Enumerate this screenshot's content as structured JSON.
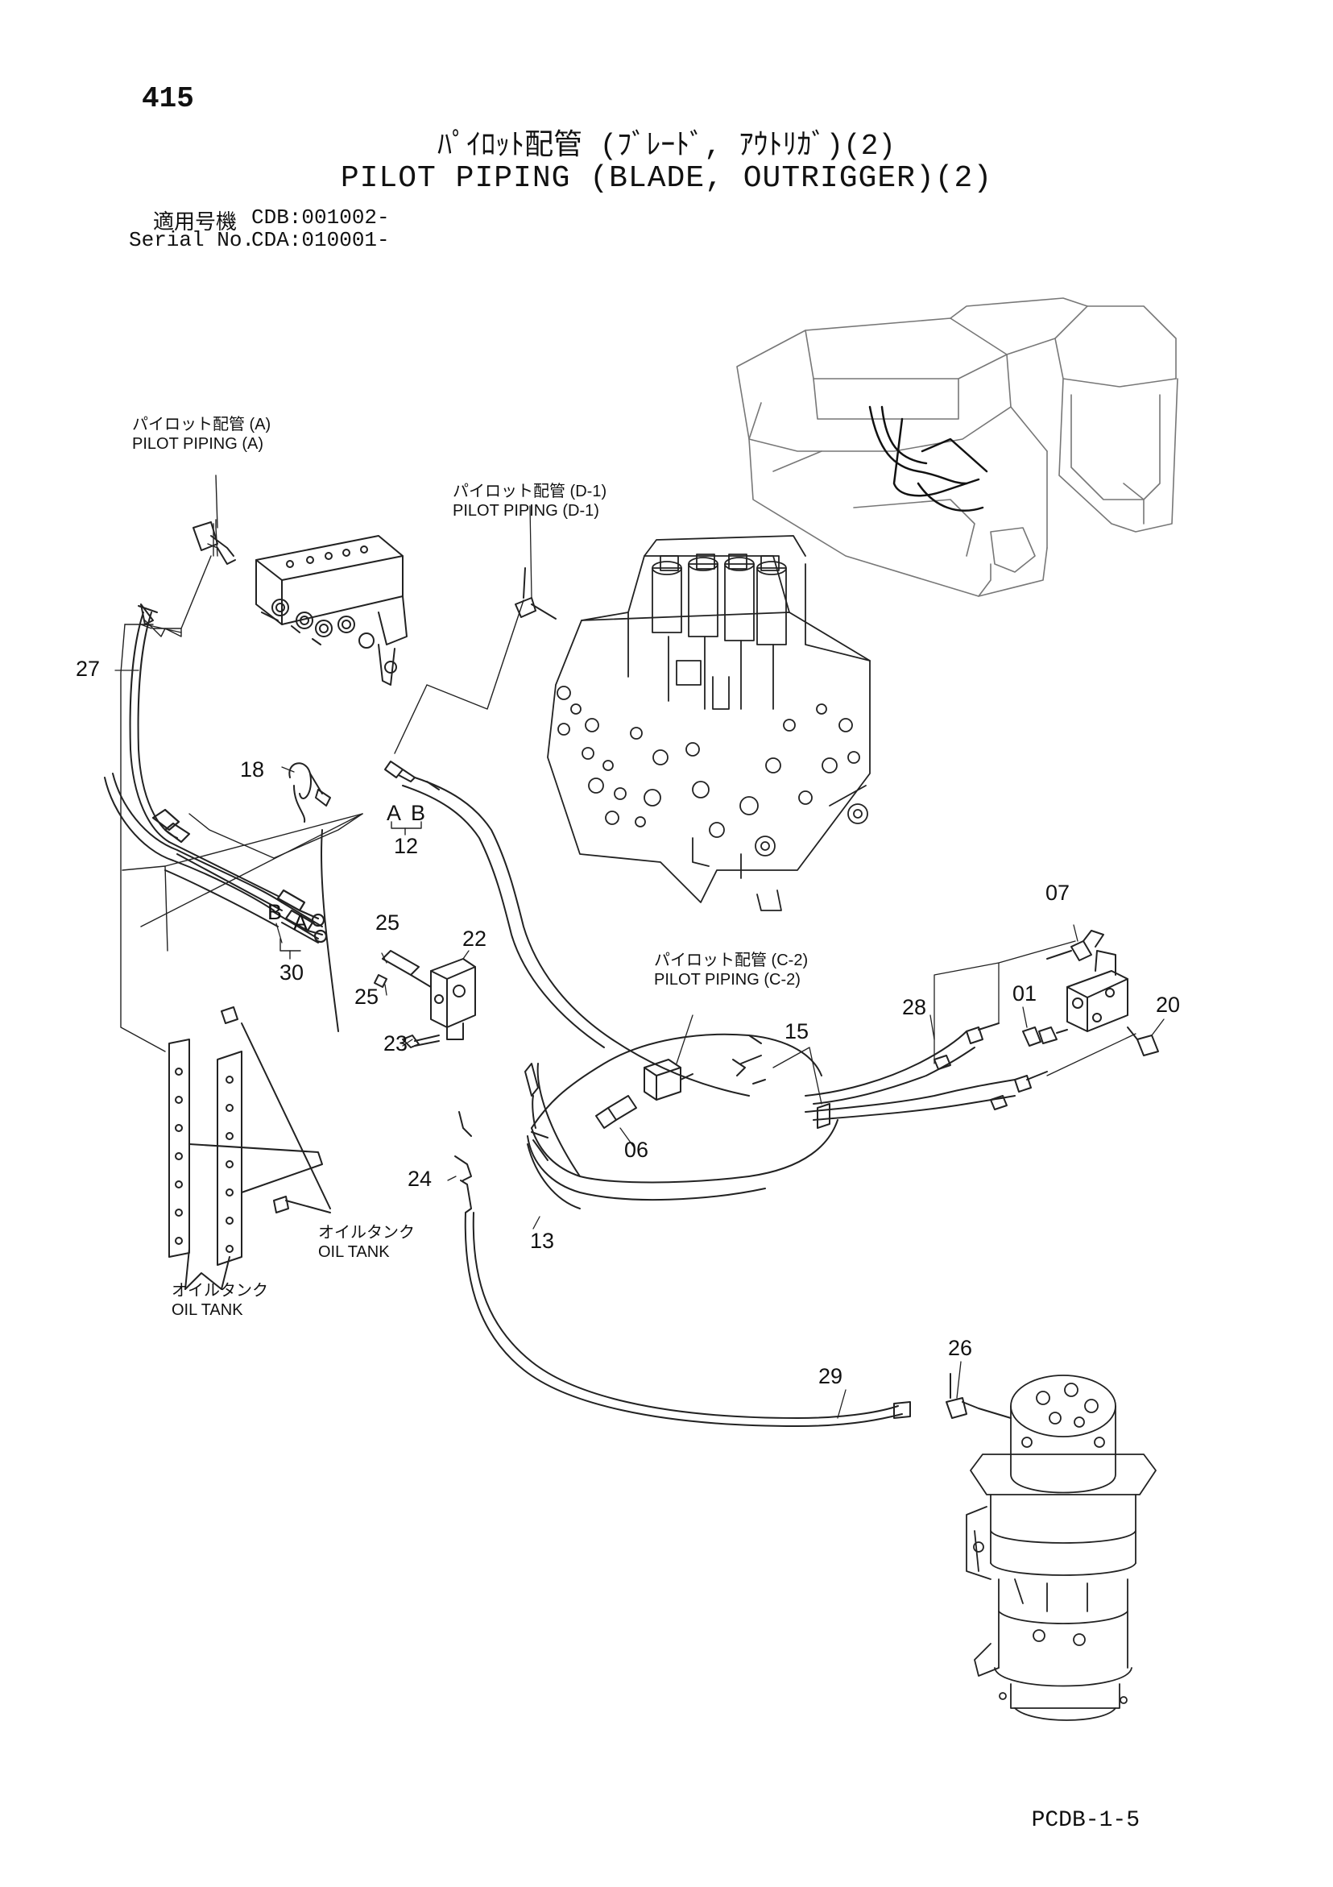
{
  "header": {
    "page_number": "415",
    "title_jp": "ﾊﾟｲﾛｯﾄ配管 (ﾌﾞﾚｰﾄﾞ, ｱｳﾄﾘｶﾞ)(2)",
    "title_en": "PILOT PIPING (BLADE, OUTRIGGER)(2)",
    "applicable_label_jp": "適用号機",
    "applicable_value": "CDB:001002-",
    "serial_label": "Serial No.",
    "serial_value": "CDA:010001-"
  },
  "references": {
    "pilot_a_jp": "パイロット配管 (A)",
    "pilot_a_en": "PILOT PIPING (A)",
    "pilot_d1_jp": "パイロット配管 (D-1)",
    "pilot_d1_en": "PILOT PIPING (D-1)",
    "pilot_c2_jp": "パイロット配管 (C-2)",
    "pilot_c2_en": "PILOT PIPING (C-2)",
    "oil_tank_jp": "オイルタンク",
    "oil_tank_en": "OIL TANK"
  },
  "callouts": {
    "p27": "27",
    "p18": "18",
    "p12": "12",
    "p30": "30",
    "p25a": "25",
    "p25b": "25",
    "p22": "22",
    "p23": "23",
    "p24": "24",
    "p13": "13",
    "p15": "15",
    "p06": "06",
    "p28": "28",
    "p01": "01",
    "p07": "07",
    "p20": "20",
    "p29": "29",
    "p26": "26",
    "a1": "A",
    "b1": "B",
    "a2": "A",
    "b2": "B"
  },
  "footer": {
    "code": "PCDB-1-5"
  }
}
